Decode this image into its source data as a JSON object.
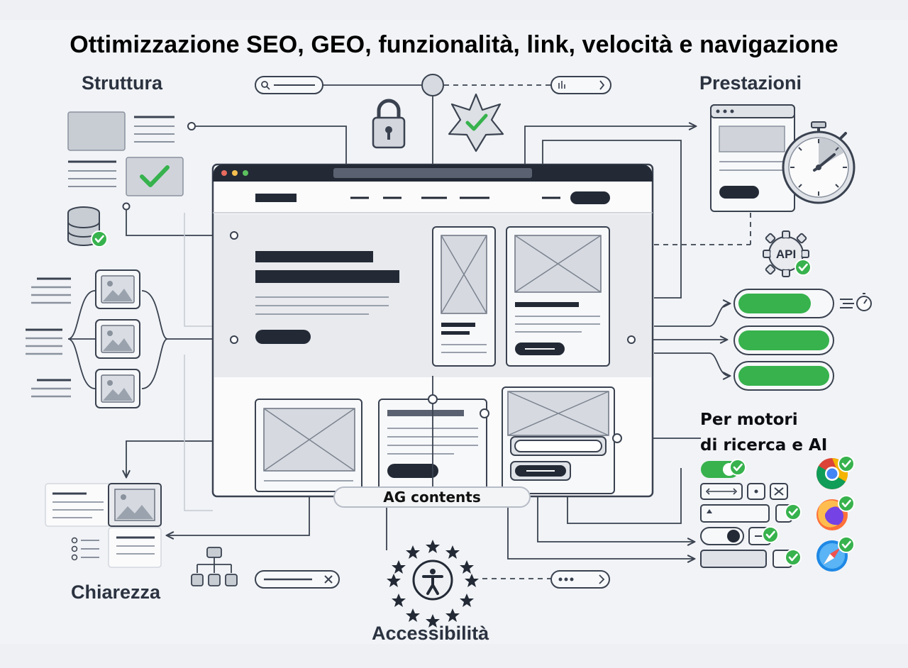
{
  "title": "Ottimizzazione SEO, GEO, funzionalità, link, velocità e navigazione",
  "sections": {
    "struttura": "Struttura",
    "prestazioni": "Prestazioni",
    "chiarezza": "Chiarezza",
    "accessibilita": "Accessibilità"
  },
  "badge_api": "API",
  "label_motori_line1": "Per motori",
  "label_motori_line2": "di ricerca e AI",
  "center_label": "AG contents",
  "colors": {
    "background": "#eef0f3",
    "line": "#3a4250",
    "accent_green": "#37b24d",
    "dark": "#232a36",
    "wireframe_fill": "#dfe2e7"
  },
  "icons": [
    "lock-icon",
    "star-check-icon",
    "stopwatch-icon",
    "api-gear-icon",
    "database-icon",
    "image-icon",
    "accessibility-icon",
    "chrome-icon",
    "firefox-icon",
    "safari-icon",
    "sitemap-icon",
    "search-icon"
  ]
}
